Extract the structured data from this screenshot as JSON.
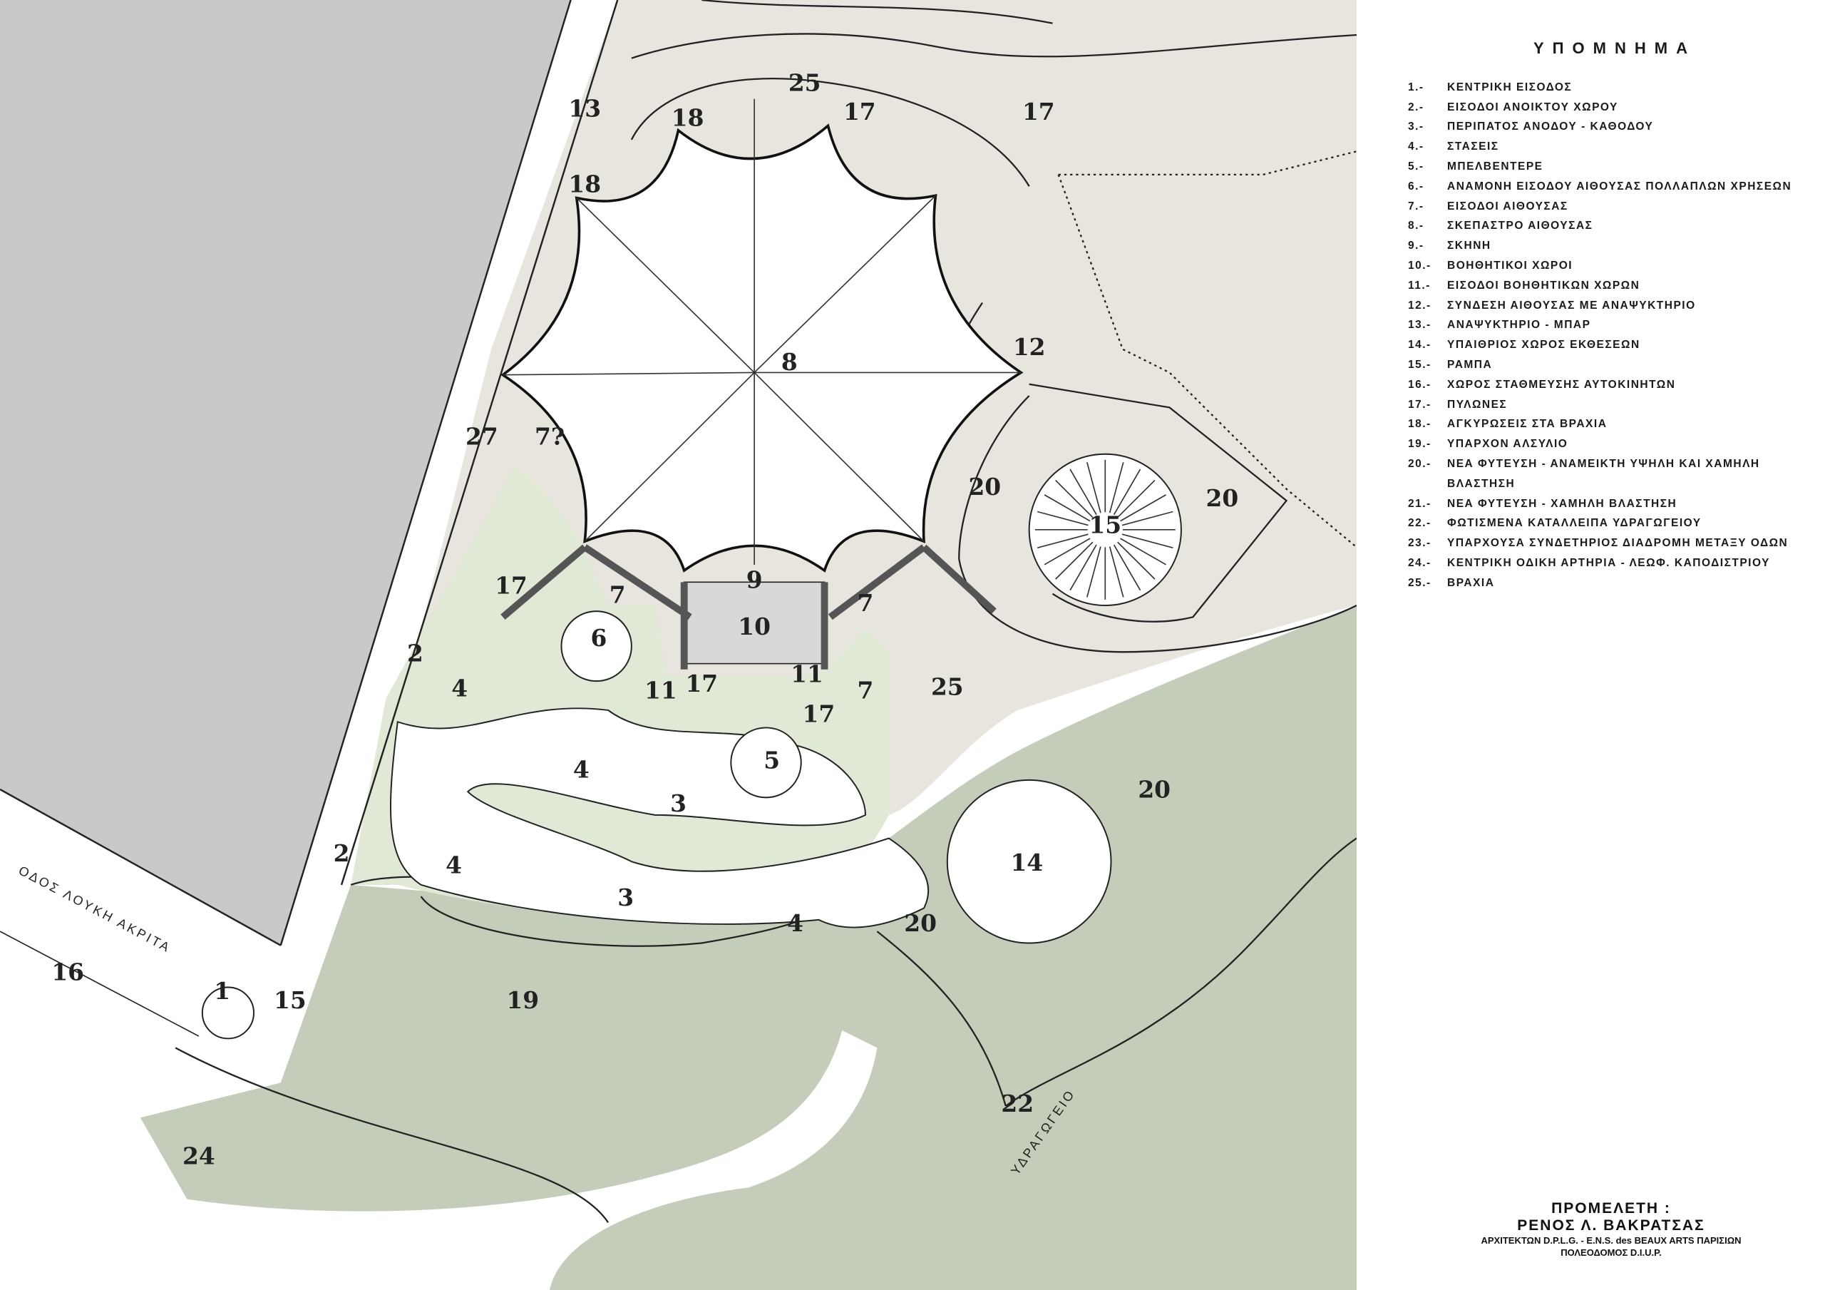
{
  "legend": {
    "title": "ΥΠΟΜΝΗΜΑ",
    "items": [
      {
        "n": "1.-",
        "text": "ΚΕΝΤΡΙΚΗ ΕΙΣΟΔΟΣ"
      },
      {
        "n": "2.-",
        "text": "ΕΙΣΟΔΟΙ ΑΝΟΙΚΤΟΥ ΧΩΡΟΥ"
      },
      {
        "n": "3.-",
        "text": "ΠΕΡΙΠΑΤΟΣ ΑΝΟΔΟΥ - ΚΑΘΟΔΟΥ"
      },
      {
        "n": "4.-",
        "text": "ΣΤΑΣΕΙΣ"
      },
      {
        "n": "5.-",
        "text": "ΜΠΕΛΒΕΝΤΕΡΕ"
      },
      {
        "n": "6.-",
        "text": "ΑΝΑΜΟΝΗ ΕΙΣΟΔΟΥ ΑΙΘΟΥΣΑΣ ΠΟΛΛΑΠΛΩΝ ΧΡΗΣΕΩΝ"
      },
      {
        "n": "7.-",
        "text": "ΕΙΣΟΔΟΙ ΑΙΘΟΥΣΑΣ"
      },
      {
        "n": "8.-",
        "text": "ΣΚΕΠΑΣΤΡΟ ΑΙΘΟΥΣΑΣ"
      },
      {
        "n": "9.-",
        "text": "ΣΚΗΝΗ"
      },
      {
        "n": "10.-",
        "text": "ΒΟΗΘΗΤΙΚΟΙ ΧΩΡΟΙ"
      },
      {
        "n": "11.-",
        "text": "ΕΙΣΟΔΟΙ ΒΟΗΘΗΤΙΚΩΝ ΧΩΡΩΝ"
      },
      {
        "n": "12.-",
        "text": "ΣΥΝΔΕΣΗ ΑΙΘΟΥΣΑΣ ΜΕ ΑΝΑΨΥΚΤΗΡΙΟ"
      },
      {
        "n": "13.-",
        "text": "ΑΝΑΨΥΚΤΗΡΙΟ - ΜΠΑΡ"
      },
      {
        "n": "14.-",
        "text": "ΥΠΑΙΘΡΙΟΣ ΧΩΡΟΣ ΕΚΘΕΣΕΩΝ"
      },
      {
        "n": "15.-",
        "text": "ΡΑΜΠΑ"
      },
      {
        "n": "16.-",
        "text": "ΧΩΡΟΣ ΣΤΑΘΜΕΥΣΗΣ ΑΥΤΟΚΙΝΗΤΩΝ"
      },
      {
        "n": "17.-",
        "text": "ΠΥΛΩΝΕΣ"
      },
      {
        "n": "18.-",
        "text": "ΑΓΚΥΡΩΣΕΙΣ ΣΤΑ ΒΡΑΧΙΑ"
      },
      {
        "n": "19.-",
        "text": "ΥΠΑΡΧΟΝ ΑΛΣΥΛΙΟ"
      },
      {
        "n": "20.-",
        "text": "ΝΕΑ ΦΥΤΕΥΣΗ - ΑΝΑΜΕΙΚΤΗ ΥΨΗΛΗ ΚΑΙ ΧΑΜΗΛΗ",
        "cont": "ΒΛΑΣΤΗΣΗ"
      },
      {
        "n": "21.-",
        "text": "ΝΕΑ ΦΥΤΕΥΣΗ - ΧΑΜΗΛΗ ΒΛΑΣΤΗΣΗ"
      },
      {
        "n": "22.-",
        "text": "ΦΩΤΙΣΜΕΝΑ ΚΑΤΑΛΛΕΙΠΑ ΥΔΡΑΓΩΓΕΙΟΥ"
      },
      {
        "n": "23.-",
        "text": "ΥΠΑΡΧΟΥΣΑ ΣΥΝΔΕΤΗΡΙΟΣ ΔΙΑΔΡΟΜΗ ΜΕΤΑΞΥ ΟΔΩΝ"
      },
      {
        "n": "24.-",
        "text": "ΚΕΝΤΡΙΚΗ ΟΔΙΚΗ ΑΡΤΗΡΙΑ - ΛΕΩΦ. ΚΑΠΟΔΙΣΤΡΙΟΥ"
      },
      {
        "n": "25.-",
        "text": "ΒΡΑΧΙΑ"
      }
    ]
  },
  "credits": {
    "line1": "ΠΡΟΜΕΛΕΤΗ :",
    "line2": "ΡΕΝΟΣ Λ. ΒΑΚΡΑΤΣΑΣ",
    "line3": "ΑΡΧΙΤΕΚΤΩΝ D.P.L.G.  -  E.N.S. des BEAUX ARTS ΠΑΡΙΣΙΩΝ",
    "line4": "ΠΟΛΕΟΔΟΜΟΣ D.I.U.P."
  },
  "plan": {
    "street_name": "ΟΔΟΣ ΛΟΥΚΗ ΑΚΡΙΤΑ",
    "aqueduct_name": "ΥΔΡΑΓΩΓΕΙΟ",
    "labels": [
      "25",
      "13",
      "18",
      "17",
      "17",
      "18",
      "8",
      "12",
      "27",
      "7?",
      "20",
      "15",
      "20",
      "9",
      "17",
      "7",
      "10",
      "7",
      "6",
      "2",
      "4",
      "11",
      "17",
      "11",
      "7",
      "17",
      "25",
      "5",
      "4",
      "3",
      "20",
      "14",
      "2",
      "4",
      "3",
      "4",
      "20",
      "1",
      "16",
      "15",
      "19",
      "22",
      "24"
    ],
    "colors": {
      "parking": "#c9c9c9",
      "rocks": "#e7e5dd",
      "existing_grove": "#c3cdb9",
      "new_planting_low": "#dfe9d5",
      "paths": "#ffffff"
    }
  }
}
